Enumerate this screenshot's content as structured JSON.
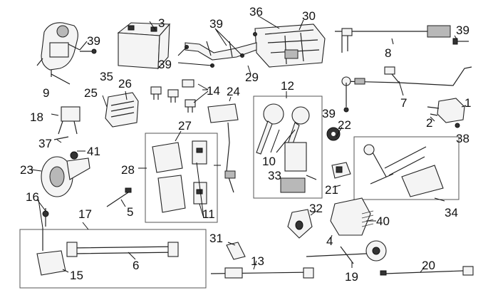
{
  "labels": {
    "p1": "1",
    "p2": "2",
    "p3": "3",
    "p4": "4",
    "p5": "5",
    "p6": "6",
    "p7": "7",
    "p8": "8",
    "p9": "9",
    "p10": "10",
    "p11": "11",
    "p12": "12",
    "p13": "13",
    "p14": "14",
    "p15": "15",
    "p16": "16",
    "p17": "17",
    "p18": "18",
    "p19": "19",
    "p20": "20",
    "p21": "21",
    "p22": "22",
    "p23": "23",
    "p24": "24",
    "p25": "25",
    "p26": "26",
    "p27": "27",
    "p28": "28",
    "p29": "29",
    "p30": "30",
    "p31": "31",
    "p32": "32",
    "p33": "33",
    "p34": "34",
    "p35": "35",
    "p36": "36",
    "p37": "37",
    "p38": "38",
    "p39": "39",
    "p40": "40",
    "p41": "41"
  },
  "icons": {
    "ignition_coil": "ignition-coil-icon",
    "battery": "battery-icon",
    "battery_box": "battery-box-icon",
    "key_set": "ignition-key-icon",
    "horn": "horn-icon",
    "tool_kit": "tool-kit-icon"
  }
}
